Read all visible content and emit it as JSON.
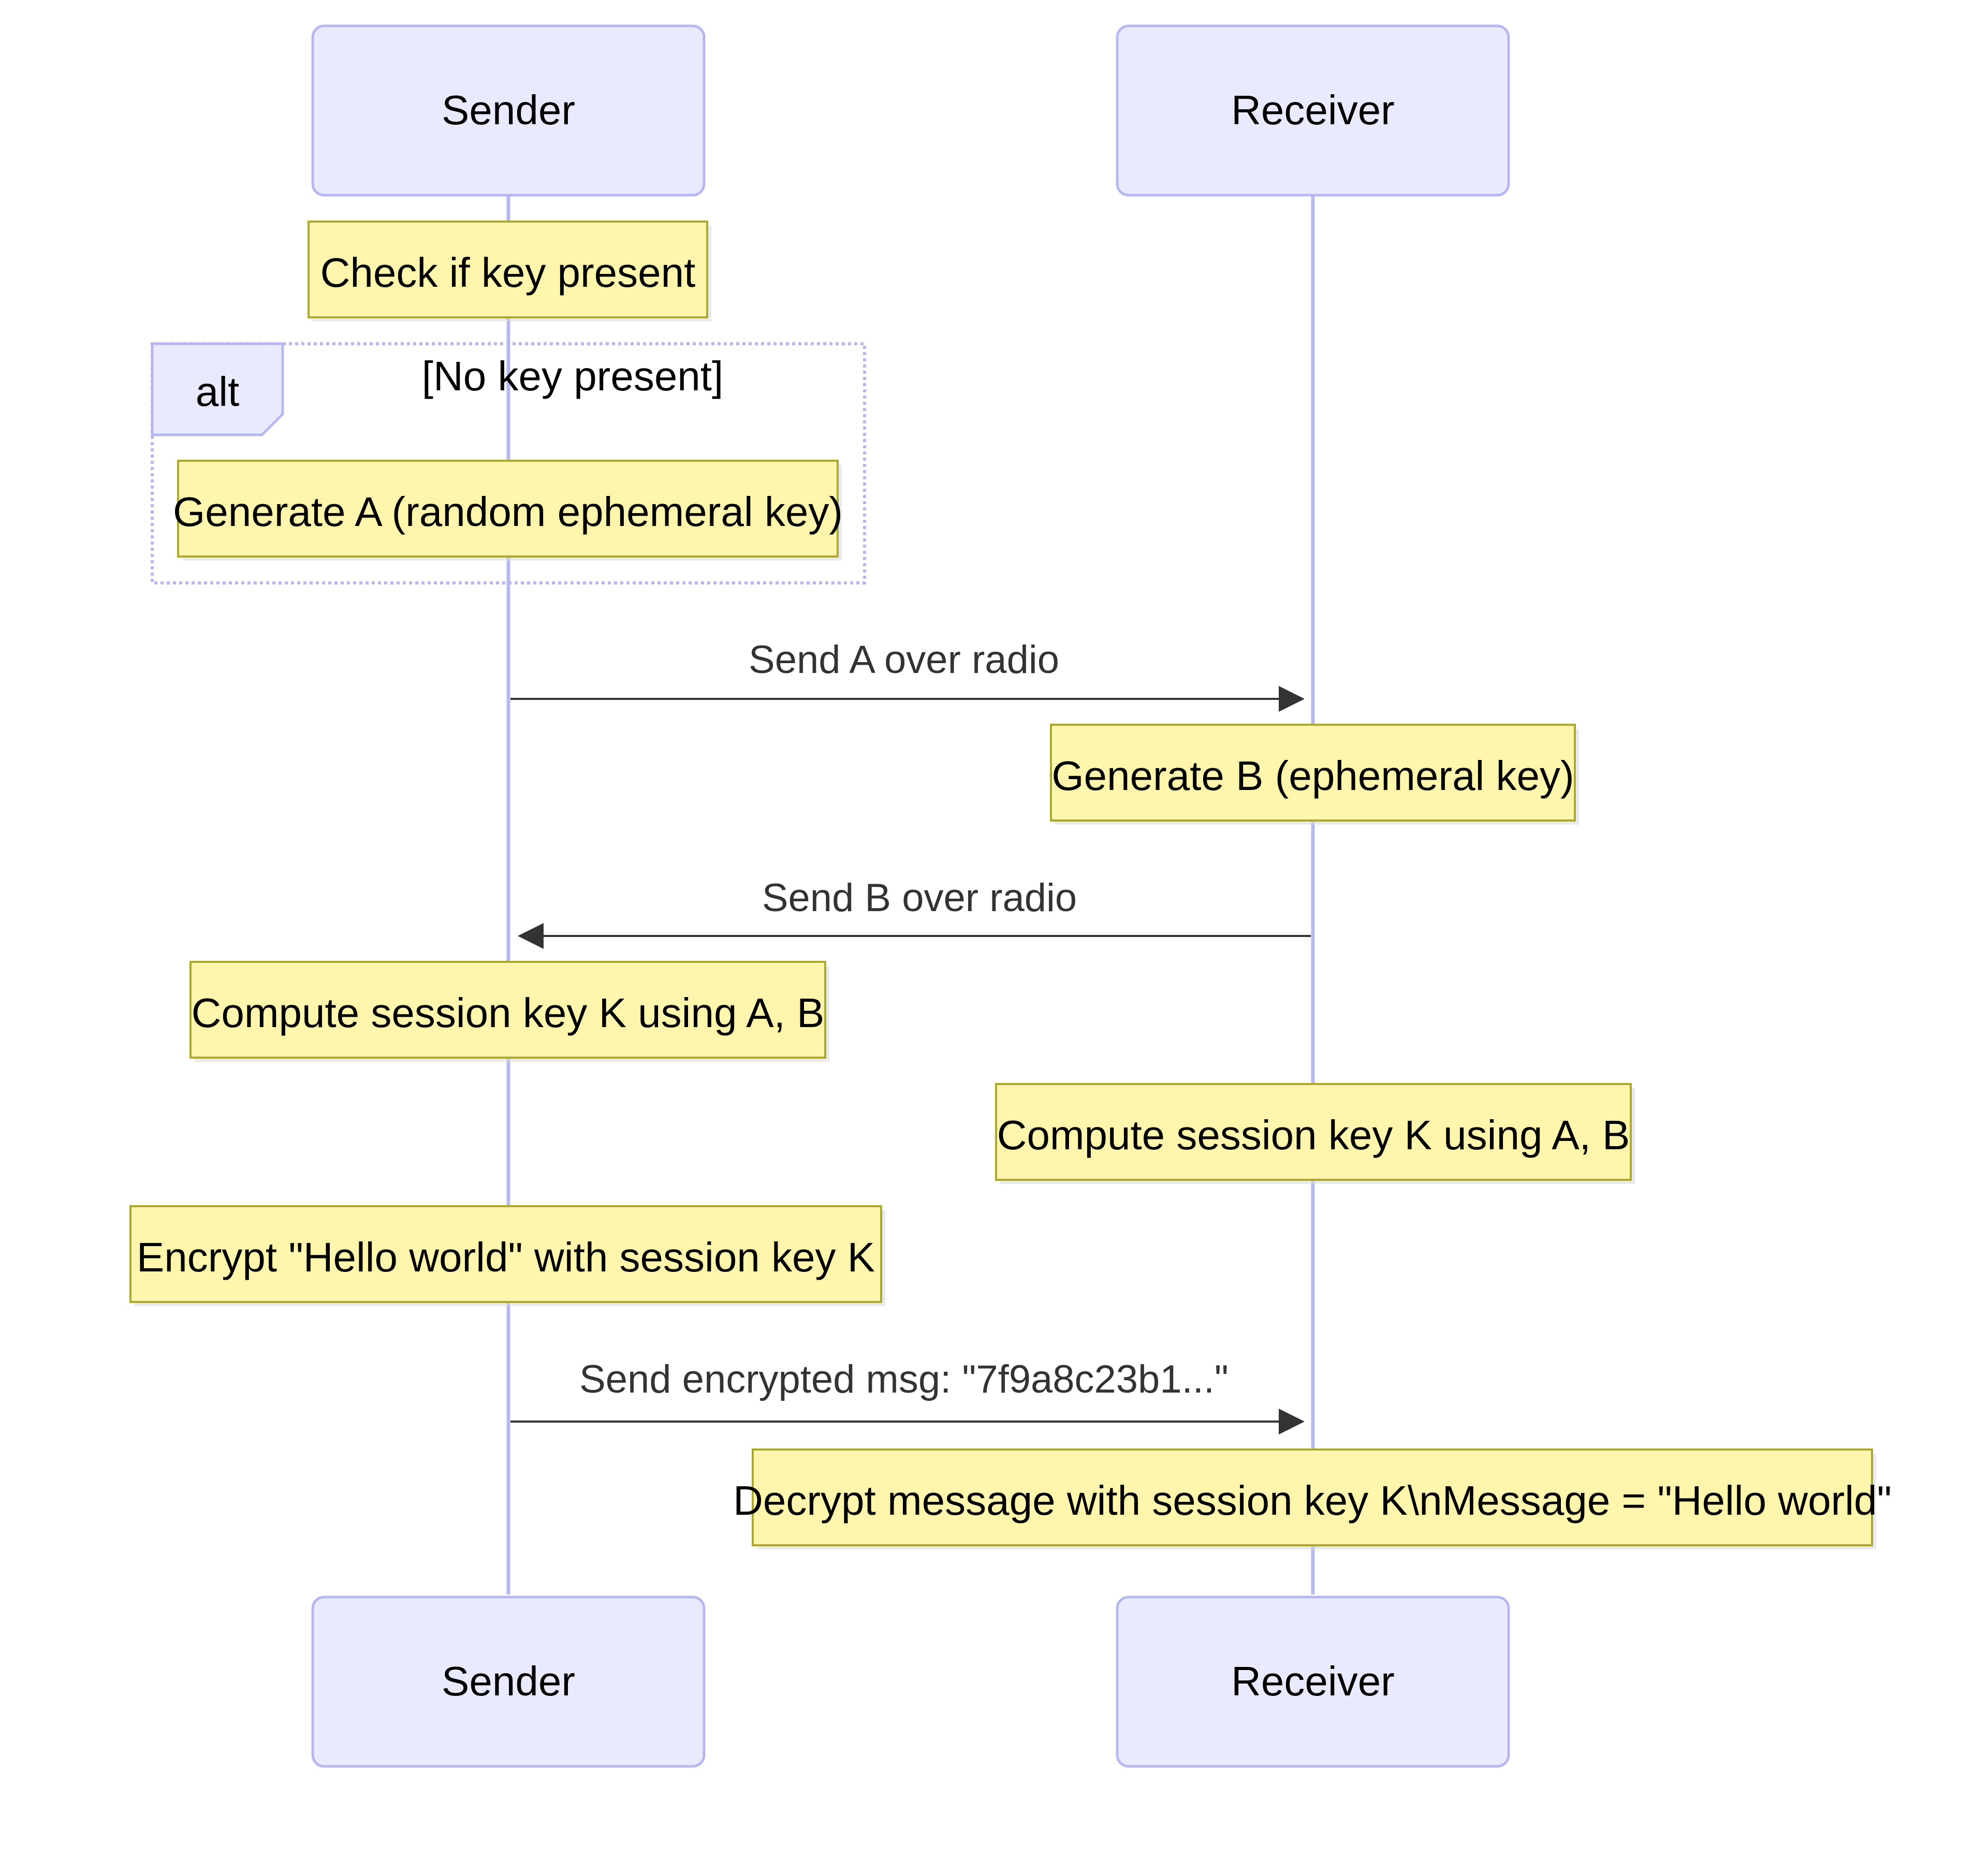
{
  "participants": [
    {
      "id": "sender",
      "label": "Sender"
    },
    {
      "id": "receiver",
      "label": "Receiver"
    }
  ],
  "alt_block": {
    "keyword": "alt",
    "condition": "[No key present]"
  },
  "notes": [
    "Check if key present",
    "Generate A (random ephemeral key)",
    "Generate B (ephemeral key)",
    "Compute session key K using A, B",
    "Compute session key K using A, B",
    "Encrypt \"Hello world\" with session key K",
    "Decrypt message with session key K\\nMessage = \"Hello world\""
  ],
  "messages": [
    {
      "from": "Sender",
      "to": "Receiver",
      "label": "Send A over radio"
    },
    {
      "from": "Receiver",
      "to": "Sender",
      "label": "Send B over radio"
    },
    {
      "from": "Sender",
      "to": "Receiver",
      "label": "Send encrypted msg: \"7f9a8c23b1...\""
    }
  ],
  "colors": {
    "actor_fill": "#eaeaff",
    "actor_border": "#b8b8f0",
    "note_fill": "#fff5ad",
    "note_border": "#aaaa33",
    "arrow": "#333333"
  }
}
